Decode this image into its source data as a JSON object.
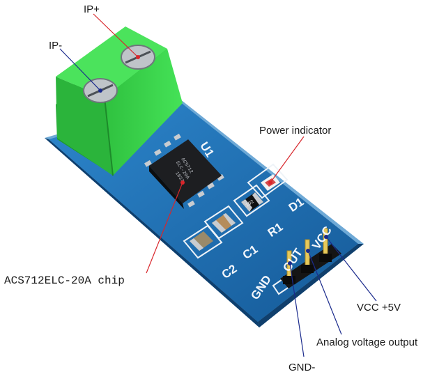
{
  "callouts": {
    "ip_plus": "IP+",
    "ip_minus": "IP-",
    "power_indicator": "Power indicator",
    "chip": "ACS712ELC-20A chip",
    "vcc": "VCC +5V",
    "analog_out": "Analog voltage output",
    "gnd": "GND-"
  },
  "silkscreen": {
    "u1": "U1",
    "d1": "D1",
    "r1": "R1",
    "c1": "C1",
    "c2": "C2",
    "gnd": "GND",
    "out": "OUT",
    "vcc": "VCC",
    "resistor_code": "102"
  },
  "chip_marking": {
    "line1": "ACS712",
    "line2": "ELC-20A",
    "line3": "1837"
  },
  "colors": {
    "board": "#1f6fb5",
    "terminal_block": "#37d64a",
    "callout_red": "#d8262b",
    "callout_blue": "#1a2a8c"
  }
}
